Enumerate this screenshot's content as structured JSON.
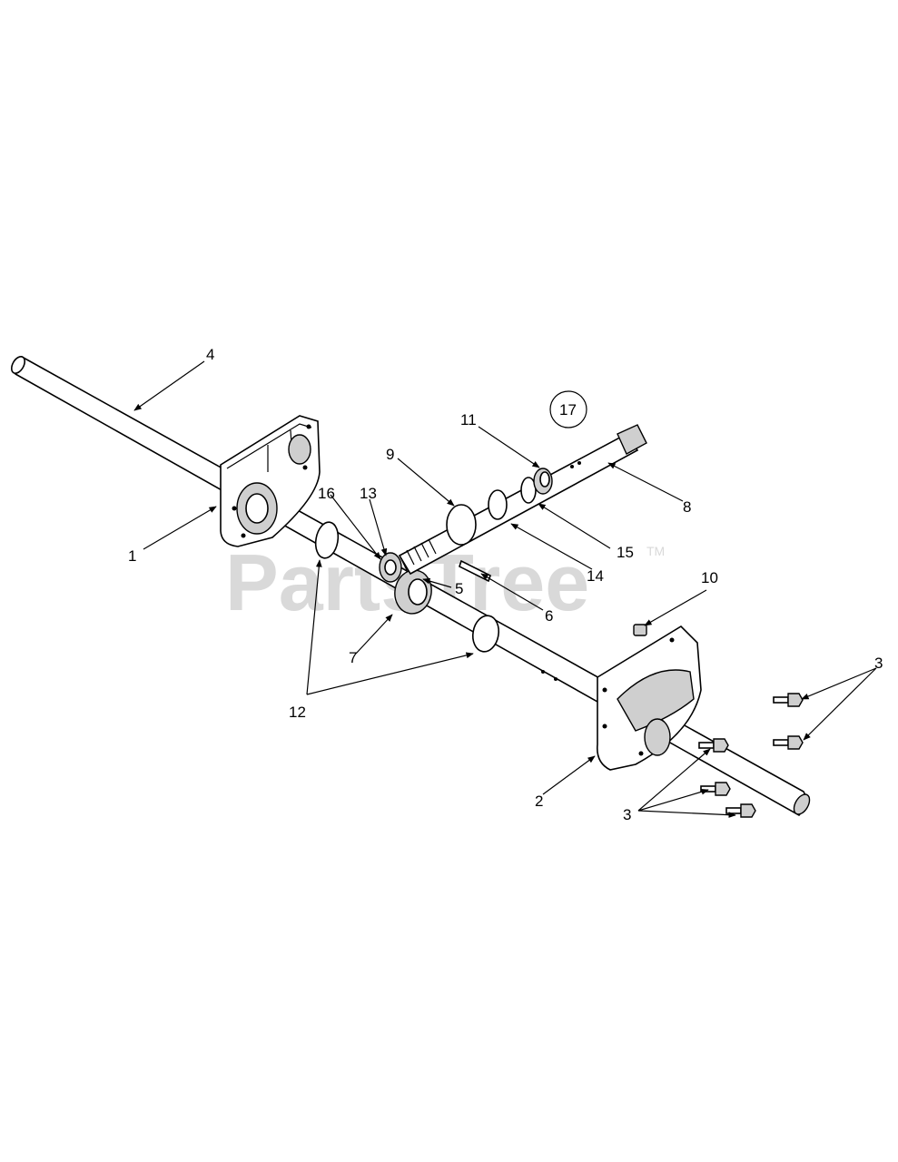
{
  "watermark": {
    "text": "PartsTree",
    "trademark": "TM"
  },
  "callouts": [
    {
      "id": "c1",
      "label": "1"
    },
    {
      "id": "c2",
      "label": "2"
    },
    {
      "id": "c3a",
      "label": "3"
    },
    {
      "id": "c3b",
      "label": "3"
    },
    {
      "id": "c4",
      "label": "4"
    },
    {
      "id": "c5",
      "label": "5"
    },
    {
      "id": "c6",
      "label": "6"
    },
    {
      "id": "c7",
      "label": "7"
    },
    {
      "id": "c8",
      "label": "8"
    },
    {
      "id": "c9",
      "label": "9"
    },
    {
      "id": "c10",
      "label": "10"
    },
    {
      "id": "c11",
      "label": "11"
    },
    {
      "id": "c12",
      "label": "12"
    },
    {
      "id": "c13",
      "label": "13"
    },
    {
      "id": "c14",
      "label": "14"
    },
    {
      "id": "c15",
      "label": "15"
    },
    {
      "id": "c16",
      "label": "16"
    },
    {
      "id": "c17",
      "label": "17"
    }
  ]
}
